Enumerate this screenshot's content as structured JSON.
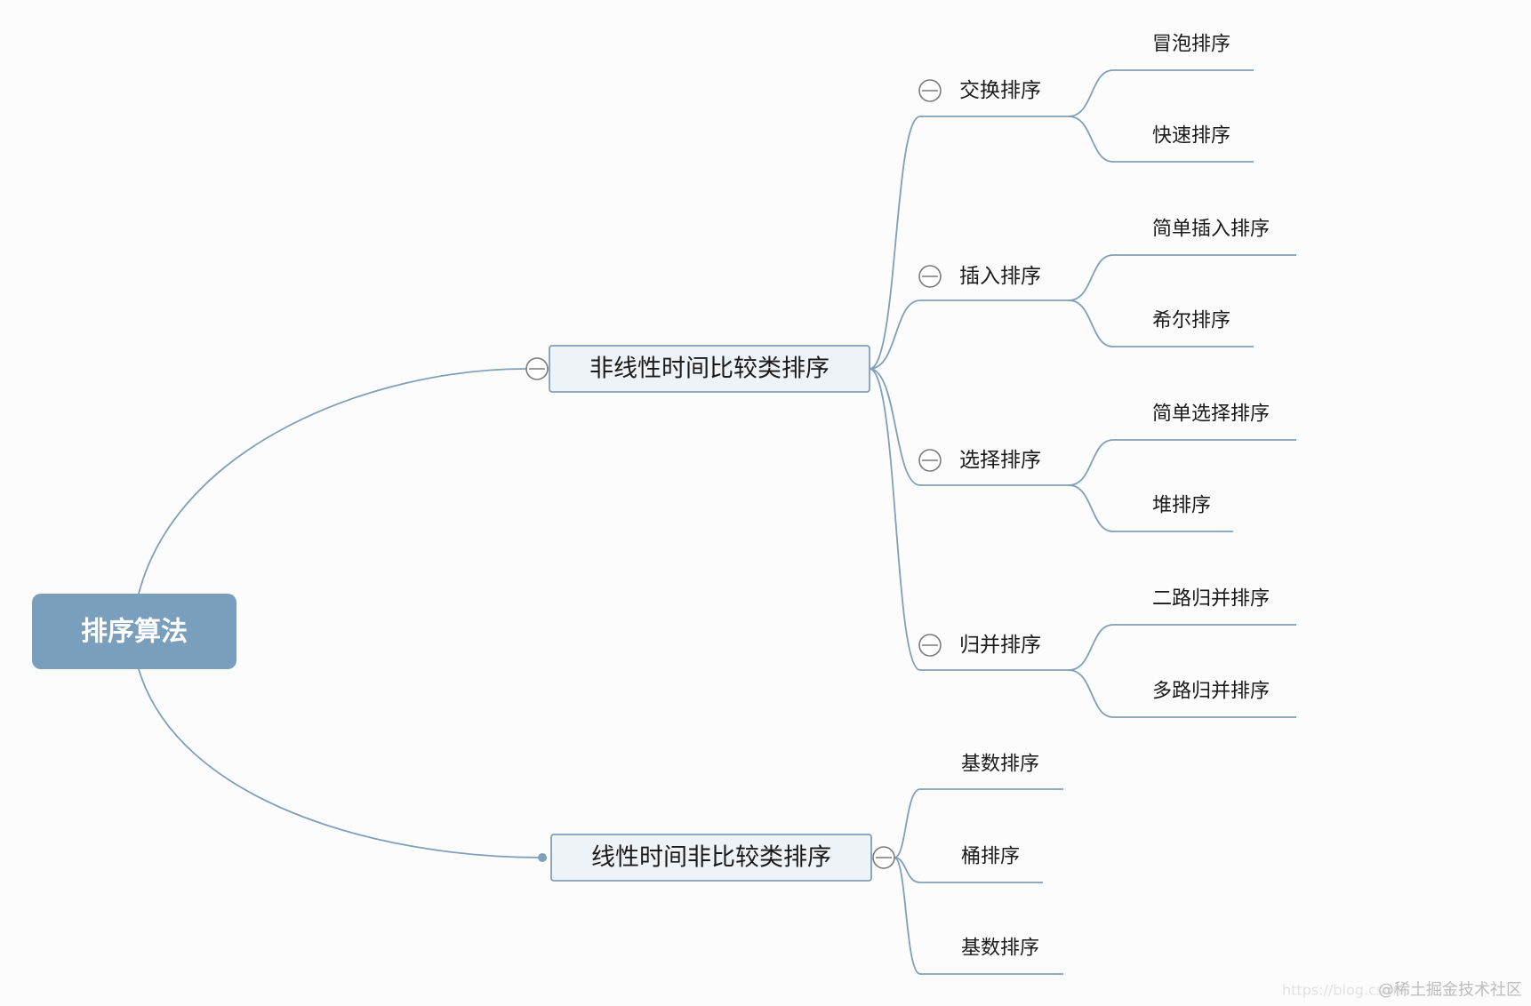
{
  "colors": {
    "background": "#fcfcfc",
    "accent": "#7a9fbd",
    "line": "#809fb8",
    "box_fill": "#eef3f8"
  },
  "root": {
    "label": "排序算法"
  },
  "branches": [
    {
      "label": "非线性时间比较类排序",
      "children": [
        {
          "label": "交换排序",
          "children": [
            {
              "label": "冒泡排序"
            },
            {
              "label": "快速排序"
            }
          ]
        },
        {
          "label": "插入排序",
          "children": [
            {
              "label": "简单插入排序"
            },
            {
              "label": "希尔排序"
            }
          ]
        },
        {
          "label": "选择排序",
          "children": [
            {
              "label": "简单选择排序"
            },
            {
              "label": "堆排序"
            }
          ]
        },
        {
          "label": "归并排序",
          "children": [
            {
              "label": "二路归并排序"
            },
            {
              "label": "多路归并排序"
            }
          ]
        }
      ]
    },
    {
      "label": "线性时间非比较类排序",
      "children": [
        {
          "label": "基数排序"
        },
        {
          "label": "桶排序"
        },
        {
          "label": "基数排序"
        }
      ]
    }
  ],
  "watermark": {
    "url": "https://blog.csdn",
    "credit": "@稀土掘金技术社区"
  }
}
